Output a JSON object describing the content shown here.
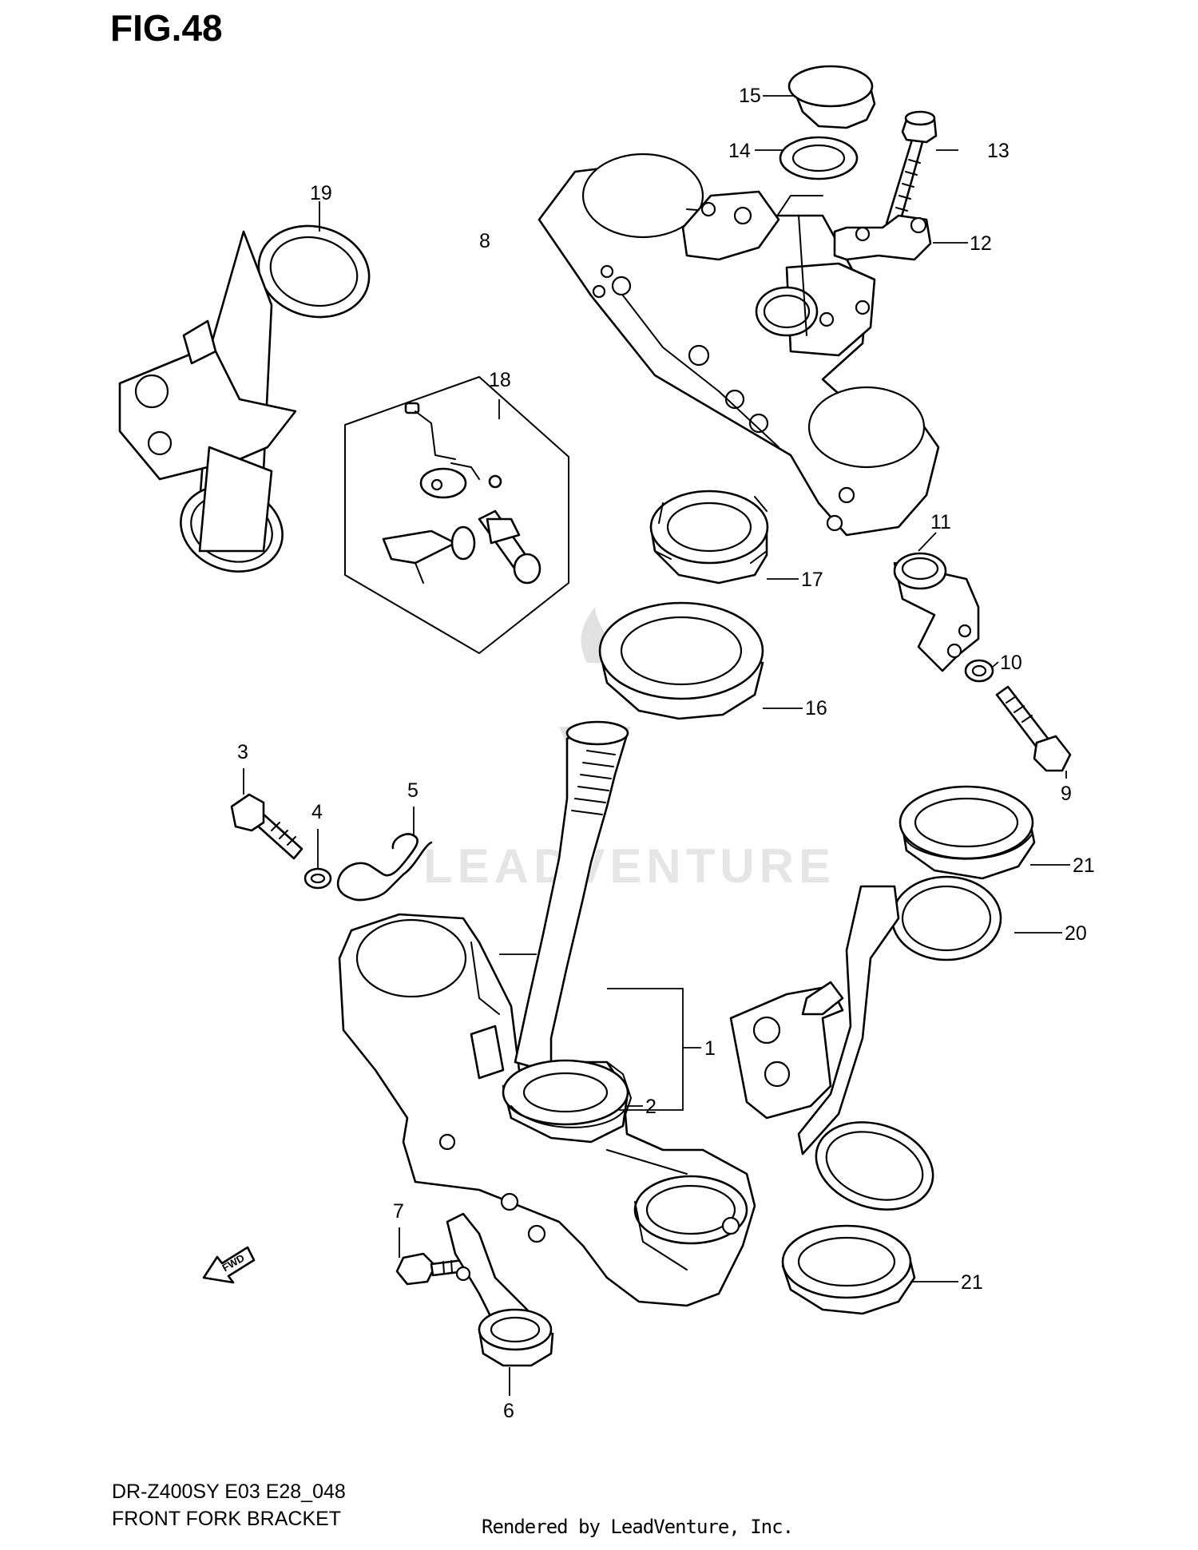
{
  "figure_title": "FIG.48",
  "model_code": "DR-Z400SY  E03  E28_048",
  "diagram_name": "FRONT FORK BRACKET",
  "render_credit": "Rendered by LeadVenture, Inc.",
  "watermark_text": "LEADVENTURE",
  "fwd_label": "FWD",
  "callouts": {
    "p1": "1",
    "p2": "2",
    "p3": "3",
    "p4": "4",
    "p5": "5",
    "p6": "6",
    "p7": "7",
    "p8": "8",
    "p9": "9",
    "p10": "10",
    "p11": "11",
    "p12": "12",
    "p13": "13",
    "p14": "14",
    "p15": "15",
    "p16": "16",
    "p17": "17",
    "p18": "18",
    "p19": "19",
    "p20": "20",
    "p21a": "21",
    "p21b": "21"
  }
}
